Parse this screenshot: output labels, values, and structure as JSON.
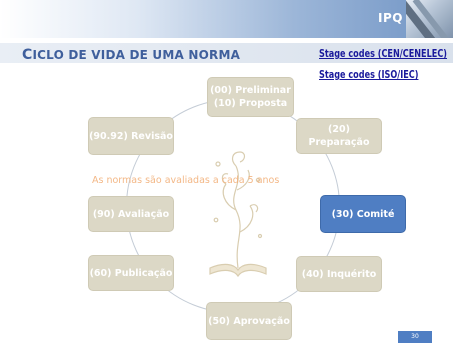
{
  "header": {
    "logo_text": "IPQ",
    "title": {
      "first_letter": "C",
      "rest": "ICLO DE VIDA DE UMA NORMA"
    }
  },
  "links": [
    {
      "label": "Stage codes (CEN/CENELEC)"
    },
    {
      "label": "Stage codes (ISO/IEC)"
    }
  ],
  "stages": [
    {
      "line1": "(00) Preliminar",
      "line2": "(10) Proposta",
      "active": false
    },
    {
      "line1": "(20) Preparação",
      "active": false
    },
    {
      "line1": "(30) Comité",
      "active": true
    },
    {
      "line1": "(40) Inquérito",
      "active": false
    },
    {
      "line1": "(50) Aprovação",
      "active": false
    },
    {
      "line1": "(60) Publicação",
      "active": false
    },
    {
      "line1": "(90) Avaliação",
      "active": false
    },
    {
      "line1": "(90.92) Revisão",
      "active": false
    }
  ],
  "note": "As normas são avaliadas a cada 5 anos",
  "page_number": "30",
  "colors": {
    "title": "#3f5f9c",
    "link": "#1a1a9c",
    "active_stage": "#4f7ec3",
    "stage": "#dcd8c6",
    "note": "#f2b079"
  }
}
